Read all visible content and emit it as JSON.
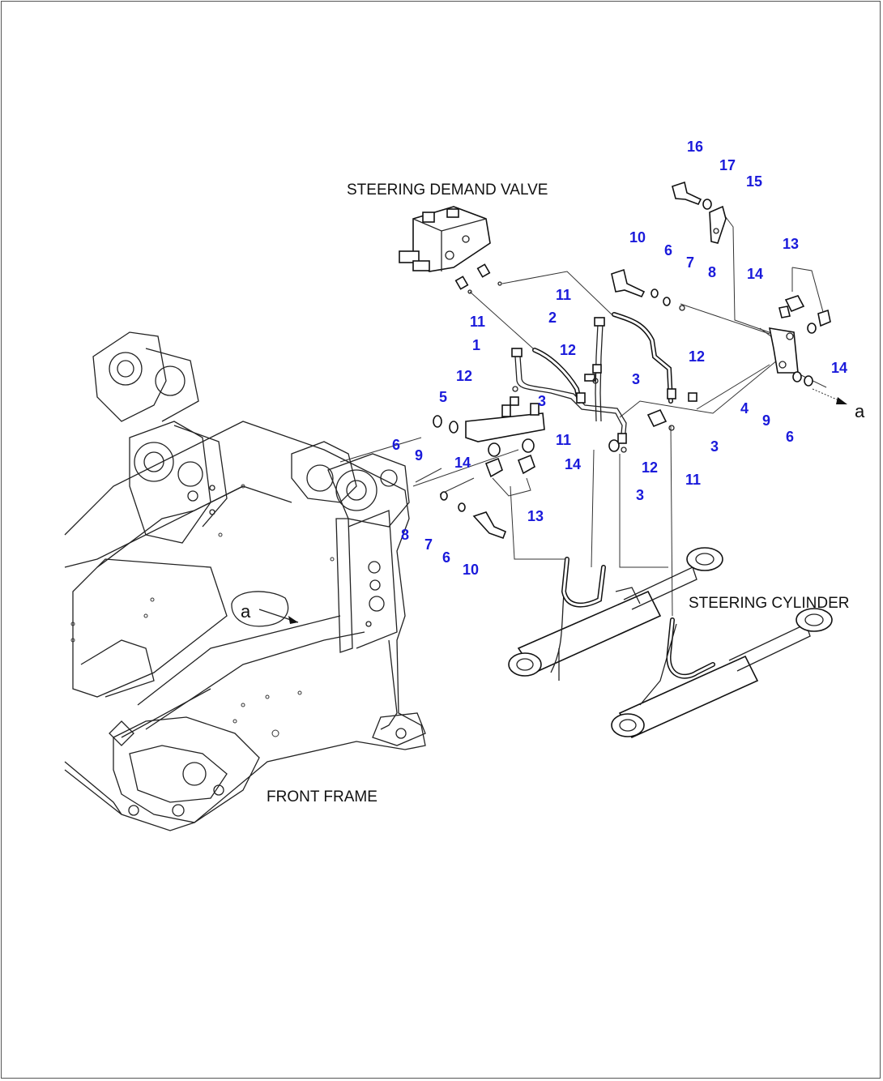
{
  "diagram": {
    "labels": {
      "steering_demand_valve": "STEERING DEMAND VALVE",
      "steering_cylinder": "STEERING CYLINDER",
      "front_frame": "FRONT FRAME"
    },
    "view_marker": "a",
    "callout_color": "#1a1adb",
    "callouts": {
      "c16": "16",
      "c17": "17",
      "c15": "15",
      "c13a": "13",
      "c10a": "10",
      "c6a": "6",
      "c7a": "7",
      "c8a": "8",
      "c14a": "14",
      "c11a": "11",
      "c2": "2",
      "c11b": "11",
      "c12a": "12",
      "c1": "1",
      "c3a": "3",
      "c12b": "12",
      "c3b": "3",
      "c5": "5",
      "c12c": "12",
      "c14b": "14",
      "c4": "4",
      "c9a": "9",
      "c6b": "6",
      "c6c": "6",
      "c9b": "9",
      "c14c": "14",
      "c14d": "14",
      "c11c": "11",
      "c12d": "12",
      "c3c": "3",
      "c3d": "3",
      "c11d": "11",
      "c13b": "13",
      "c8b": "8",
      "c7b": "7",
      "c6d": "6",
      "c10b": "10"
    }
  }
}
